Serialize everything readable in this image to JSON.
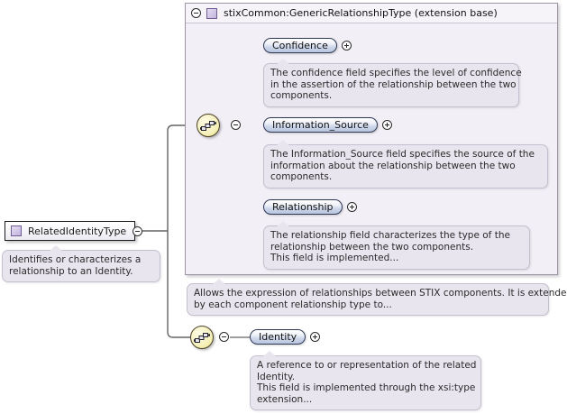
{
  "diagram": {
    "type": "xml-schema-tree",
    "root": {
      "name": "RelatedIdentityType",
      "icon": "complex-type-swatch",
      "toggle": "collapse-minus",
      "annotation": "Identifies or characterizes a\nrelationship to an Identity.",
      "annotation_lines": [
        "Identifies or characterizes a",
        "relationship to an Identity."
      ]
    },
    "extension_base": {
      "title": "stixCommon:GenericRelationshipType (extension base)",
      "toggle": "collapse-minus",
      "icon": "complex-type-swatch",
      "annotation_lines": [
        "Allows the expression of relationships between STIX components. It is extended",
        "by each component relationship type to..."
      ],
      "compositor": {
        "kind": "sequence",
        "icon": "sequence-icon",
        "toggle": "collapse-minus"
      },
      "elements": [
        {
          "name": "Confidence",
          "toggle": "expand-plus",
          "annotation_lines": [
            "The confidence field specifies the level of confidence",
            "in the assertion of the relationship between the two",
            "components."
          ]
        },
        {
          "name": "Information_Source",
          "toggle": "expand-plus",
          "annotation_lines": [
            "The Information_Source field specifies the source of the",
            "information about the relationship between the two",
            "components."
          ]
        },
        {
          "name": "Relationship",
          "toggle": "expand-plus",
          "annotation_lines": [
            "The relationship field characterizes the type of the",
            "relationship between the two components.",
            "This field is implemented..."
          ]
        }
      ]
    },
    "own_content": {
      "compositor": {
        "kind": "sequence",
        "icon": "sequence-icon",
        "toggle": "collapse-minus"
      },
      "elements": [
        {
          "name": "Identity",
          "toggle": "expand-plus",
          "annotation_lines": [
            "A reference to or representation of the related",
            "Identity.",
            "This field is implemented through the xsi:type",
            "extension..."
          ]
        }
      ]
    },
    "colors": {
      "container_fill": "#f2eff6",
      "container_border": "#9d94a8",
      "element_pill_border": "#2f3a55",
      "note_fill": "#e8e5ee",
      "compositor_fill": "#f3eeb3",
      "connector": "#646464"
    }
  }
}
